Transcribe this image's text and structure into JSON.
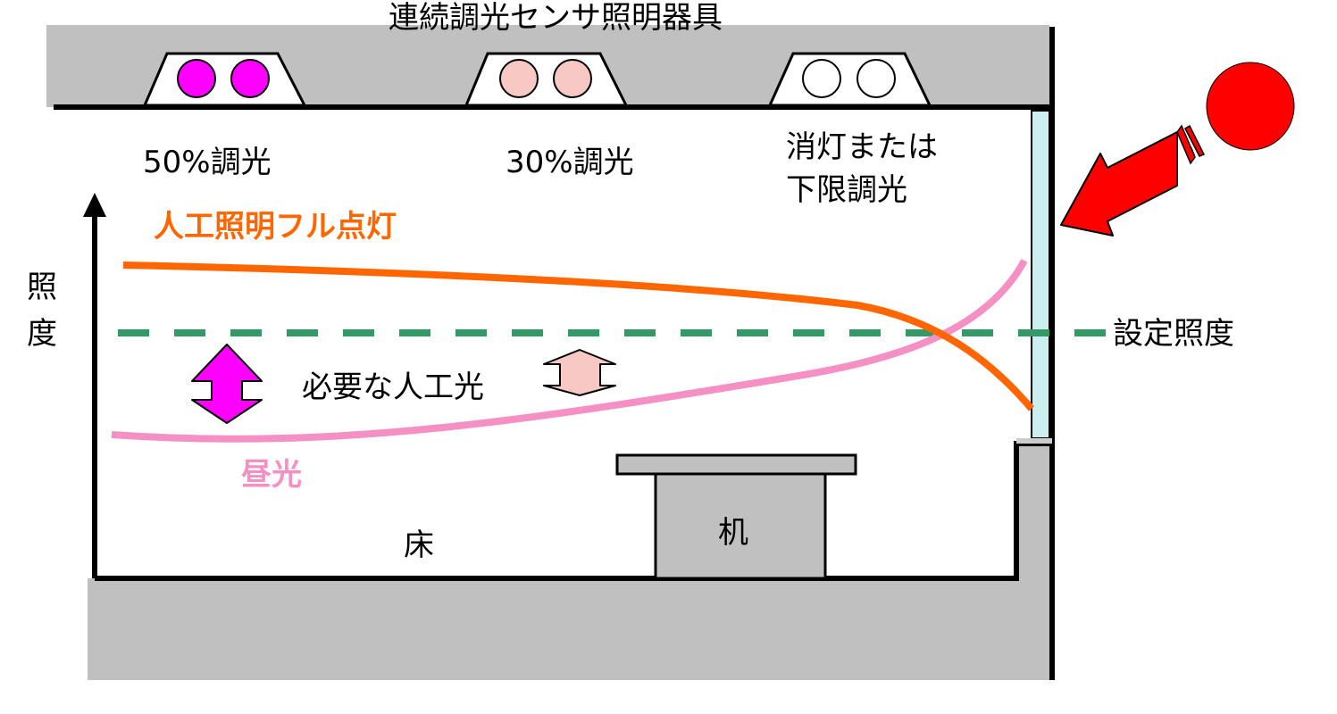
{
  "title": "連続調光センサ照明器具",
  "fixtures": [
    {
      "label": "50%調光",
      "lamp_color": "#ff00ff"
    },
    {
      "label": "30%調光",
      "lamp_color": "#f8c8c4"
    },
    {
      "label_lines": [
        "消灯または",
        "下限調光"
      ],
      "lamp_color": "#ffffff"
    }
  ],
  "axis_label_lines": [
    "照",
    "度"
  ],
  "curves": {
    "artificial": {
      "label": "人工照明フル点灯",
      "color": "#ff6600"
    },
    "daylight": {
      "label": "昼光",
      "color": "#f590c4"
    }
  },
  "setpoint": {
    "label": "設定照度",
    "color": "#339966"
  },
  "needed_light_label": "必要な人工光",
  "floor_label": "床",
  "desk_label": "机",
  "colors": {
    "structure": "#c0c0c0",
    "window_glass": "#cceeee",
    "sun": "#ff0000",
    "big_arrow": "#ff00ff",
    "small_arrow": "#f8c8c4"
  },
  "icons": [
    "sun-icon",
    "sunlight-arrow-icon",
    "ceiling-lamp-icon"
  ]
}
